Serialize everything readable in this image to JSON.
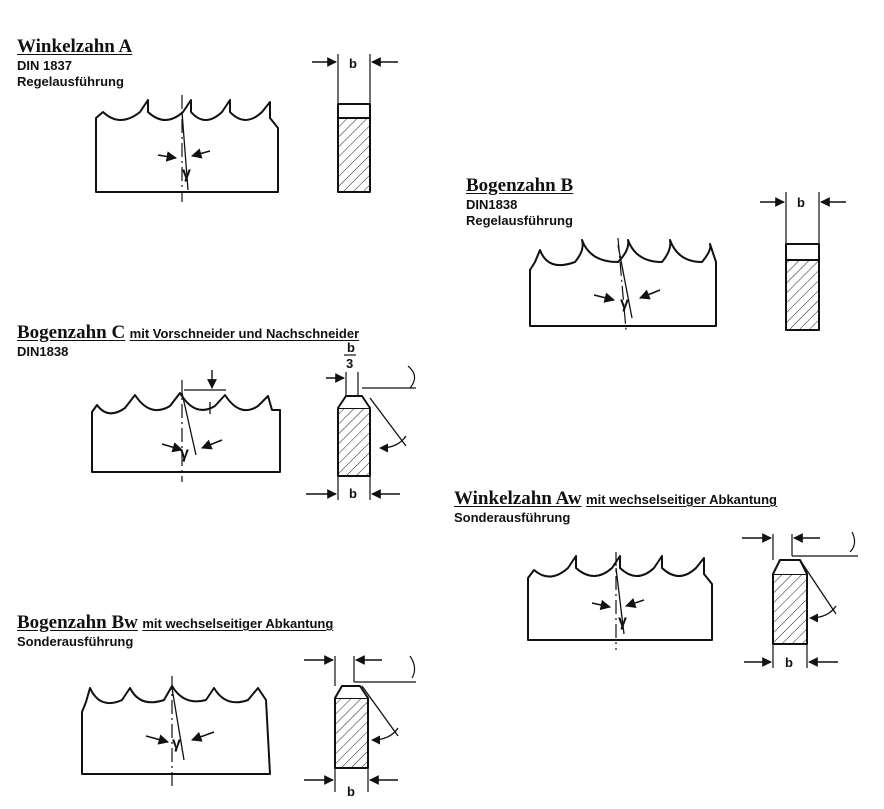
{
  "section_a": {
    "title": "Winkelzahn A",
    "line1": "DIN 1837",
    "line2": "Regelausführung",
    "gamma": "γ",
    "width_label": "b"
  },
  "section_b": {
    "title": "Bogenzahn B",
    "line1": "DIN1838",
    "line2": "Regelausführung",
    "gamma": "γ",
    "width_label": "b"
  },
  "section_c": {
    "title": "Bogenzahn C",
    "subtitle": "mit Vorschneider und Nachschneider",
    "line1": "DIN1838",
    "gamma": "γ",
    "width_label": "b",
    "fraction_num": "b",
    "fraction_den": "3"
  },
  "section_aw": {
    "title": "Winkelzahn Aw",
    "subtitle": "mit wechselseitiger Abkantung",
    "line1": "Sonderausführung",
    "gamma": "γ",
    "width_label": "b"
  },
  "section_bw": {
    "title": "Bogenzahn Bw",
    "subtitle": "mit wechselseitiger Abkantung",
    "line1": "Sonderausführung",
    "gamma": "γ",
    "width_label": "b"
  }
}
